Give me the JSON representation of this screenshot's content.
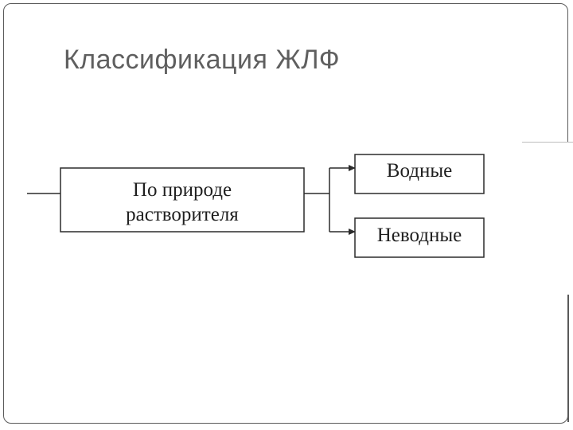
{
  "slide": {
    "title": "Классификация ЖЛФ"
  },
  "diagram": {
    "root": {
      "line1": "По природе",
      "line2": "растворителя"
    },
    "children": [
      {
        "label": "Водные"
      },
      {
        "label": "Неводные"
      }
    ]
  },
  "colors": {
    "title": "#5f5f5f",
    "stroke": "#2b2b2b",
    "frame": "#5a5a5a"
  }
}
